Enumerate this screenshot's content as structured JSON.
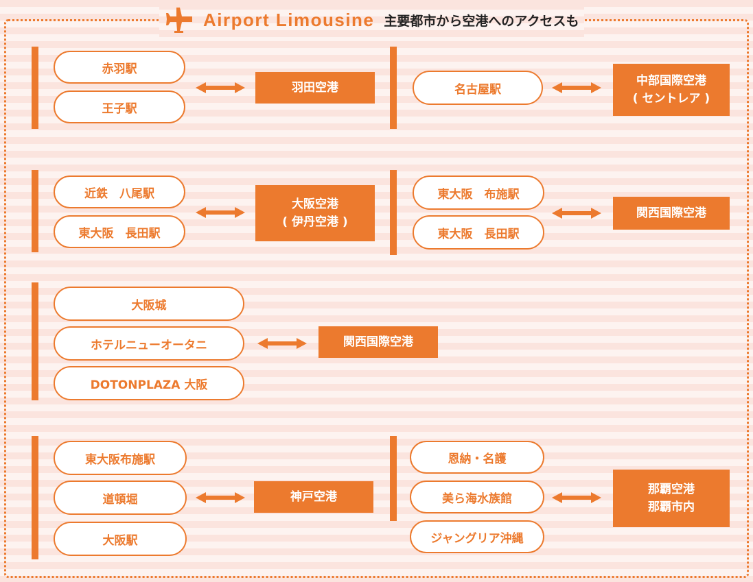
{
  "header": {
    "title_en": "Airport Limousine",
    "title_jp": "主要都市から空港へのアクセスも"
  },
  "groups": {
    "g1": {
      "stations": [
        "赤羽駅",
        "王子駅"
      ],
      "airport": "羽田空港"
    },
    "g2": {
      "stations": [
        "名古屋駅"
      ],
      "airport_line1": "中部国際空港",
      "airport_line2": "( セントレア )"
    },
    "g3": {
      "stations": [
        "近鉄　八尾駅",
        "東大阪　長田駅"
      ],
      "airport_line1": "大阪空港",
      "airport_line2": "( 伊丹空港 )"
    },
    "g4": {
      "stations": [
        "東大阪　布施駅",
        "東大阪　長田駅"
      ],
      "airport": "関西国際空港"
    },
    "g5": {
      "stations": [
        "大阪城",
        "ホテルニューオータニ",
        "DOTONPLAZA 大阪"
      ],
      "airport": "関西国際空港"
    },
    "g6": {
      "stations": [
        "東大阪布施駅",
        "道頓堀",
        "大阪駅"
      ],
      "airport": "神戸空港"
    },
    "g7": {
      "stations": [
        "恩納・名護",
        "美ら海水族館",
        "ジャングリア沖縄"
      ],
      "airport_line1": "那覇空港",
      "airport_line2": "那覇市内"
    }
  },
  "colors": {
    "accent": "#ec7a2e",
    "stripe": "#fbe4de",
    "background": "#fdf3f0"
  },
  "icons": {
    "header": "airplane-icon",
    "connector": "double-arrow-icon"
  }
}
